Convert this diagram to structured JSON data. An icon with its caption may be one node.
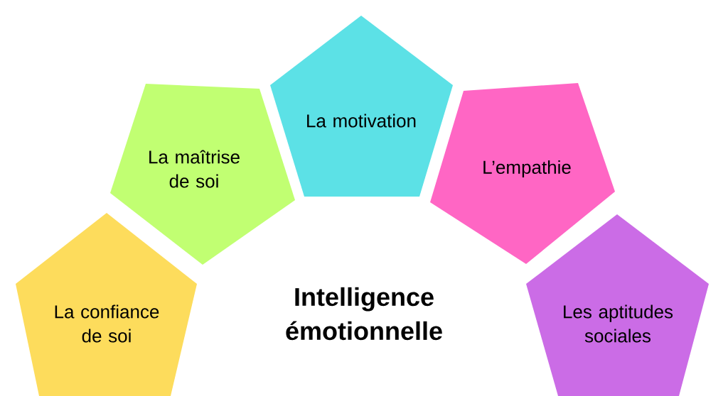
{
  "diagram": {
    "title": "Intelligence émotionnelle",
    "nodes": [
      {
        "text": [
          "La confiance de soi"
        ]
      },
      {
        "text": [
          "La maîtrise de soi"
        ]
      },
      {
        "text": [
          "La motivation"
        ]
      },
      {
        "text": [
          "L’empathie"
        ]
      },
      {
        "text": [
          "Les aptitudes sociales"
        ]
      }
    ]
  }
}
